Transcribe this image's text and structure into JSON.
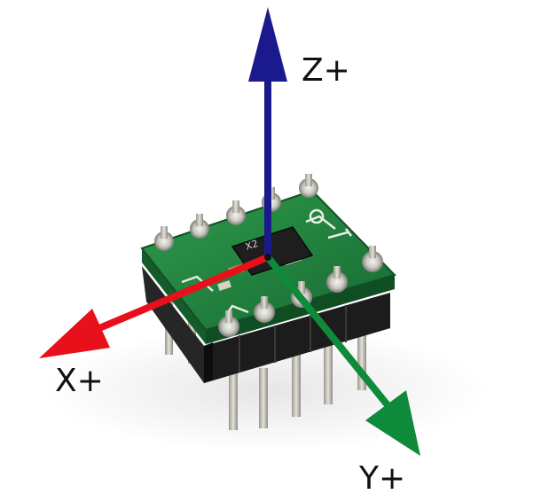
{
  "axes": [
    {
      "id": "z",
      "label": "Z+",
      "color": "#1a1a8c"
    },
    {
      "id": "x",
      "label": "X+",
      "color": "#e8101a"
    },
    {
      "id": "y",
      "label": "Y+",
      "color": "#0e8a3a"
    }
  ],
  "board": {
    "pcb_color": "#1f7a3a",
    "header_color": "#1a1a1a",
    "pin_color": "#c8c6bc",
    "chip_marking": "X2"
  }
}
